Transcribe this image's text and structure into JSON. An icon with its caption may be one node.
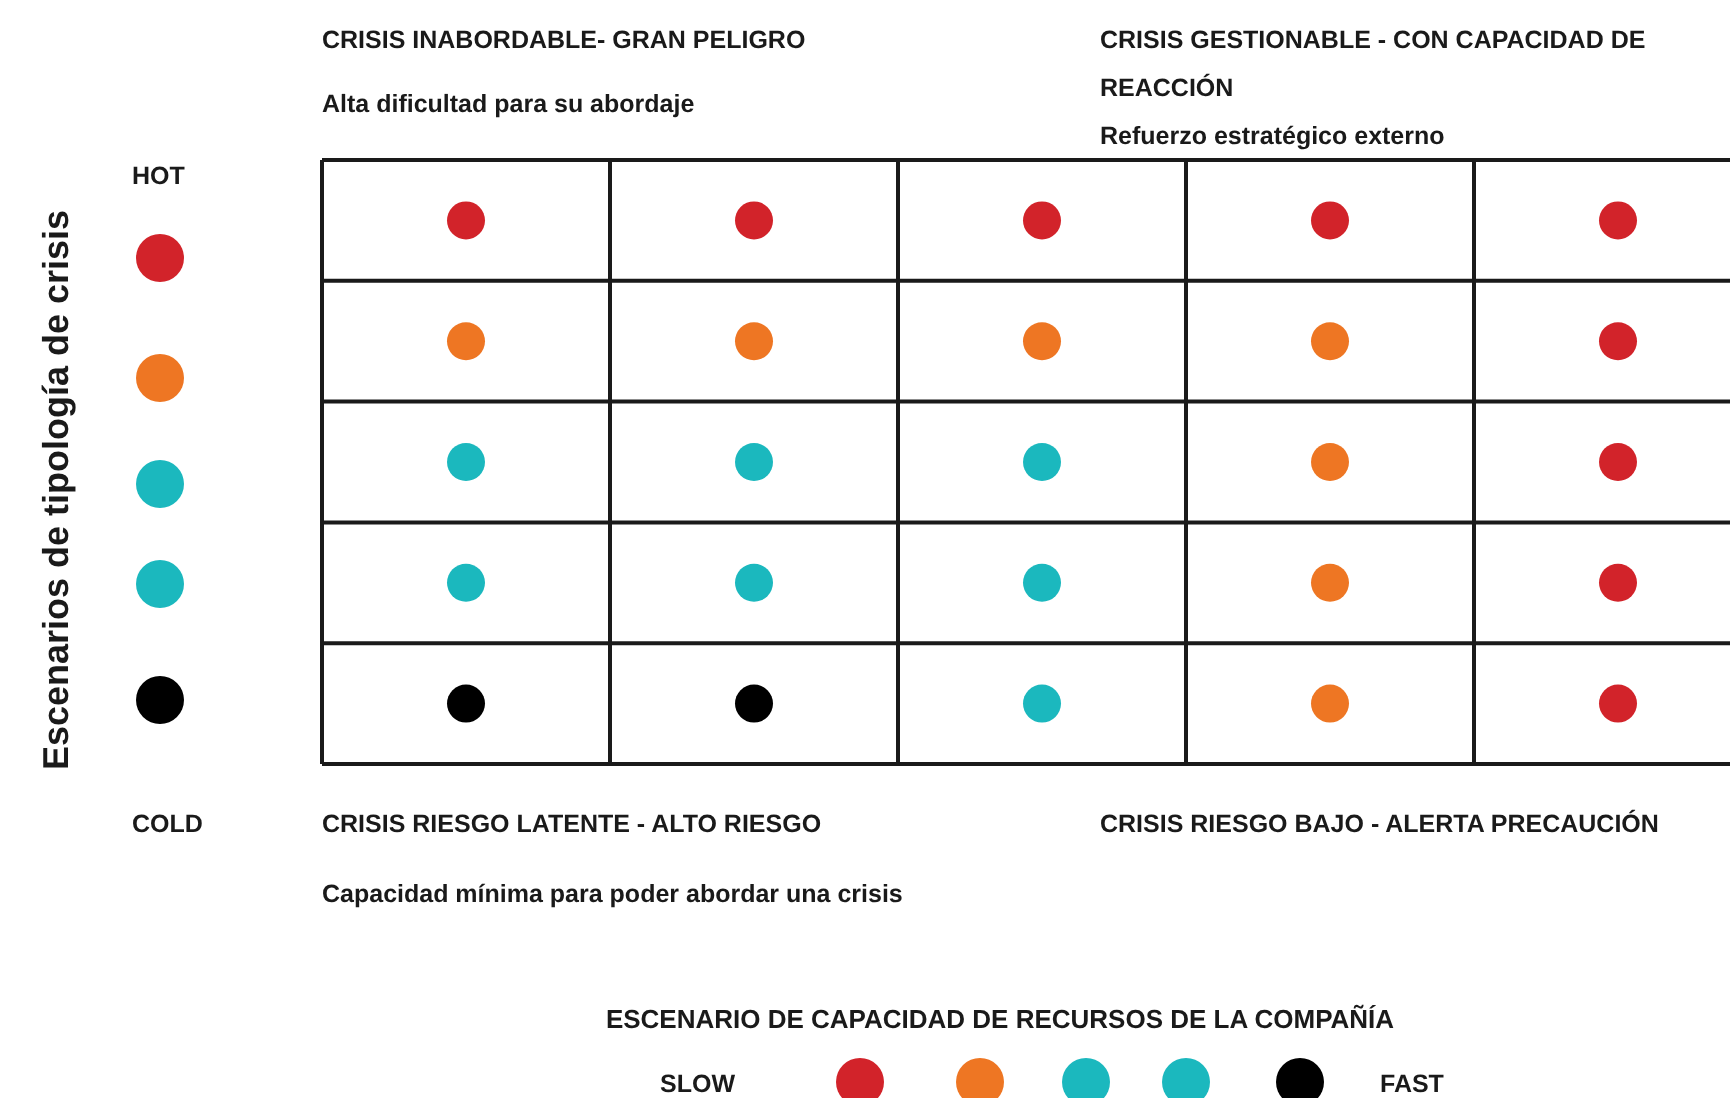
{
  "diagram": {
    "labels": [
      "CRISIS INABORDABLE- GRAN PELIGRO",
      "CRISIS GESTIONABLE - CON CAPACIDAD DE REACCIÓN",
      "Alta dificultad para su abordaje",
      "Refuerzo estratégico externo",
      "Escenarios de tipología de crisis",
      "HOT",
      "COLD",
      "CRISIS RIESGO LATENTE - ALTO RIESGO",
      "CRISIS RIESGO BAJO - ALERTA PRECAUCIÓN",
      "Capacidad mínima para poder abordar una crisis",
      "ESCENARIO DE CAPACIDAD DE RECURSOS DE LA COMPAÑÍA",
      "SLOW",
      "FAST"
    ]
  }
}
